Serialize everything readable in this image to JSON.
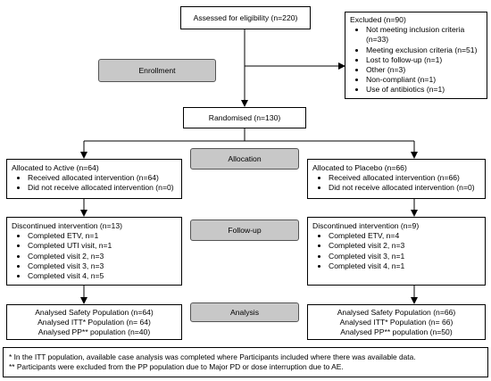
{
  "assessed": "Assessed for eligibility (n=220)",
  "excluded": {
    "title": "Excluded (n=90)",
    "items": [
      "Not meeting inclusion criteria (n=33)",
      "Meeting exclusion criteria (n=51)",
      "Lost to follow-up (n=1)",
      "Other (n=3)",
      "Non-compliant (n=1)",
      "Use of antibiotics (n=1)"
    ]
  },
  "stages": {
    "enrollment": "Enrollment",
    "allocation": "Allocation",
    "followup": "Follow-up",
    "analysis": "Analysis"
  },
  "randomised": "Randomised (n=130)",
  "active": {
    "allocation_title": "Allocated to Active (n=64)",
    "allocation_items": [
      "Received allocated intervention (n=64)",
      "Did not receive allocated intervention (n=0)"
    ],
    "followup_title": "Discontinued intervention (n=13)",
    "followup_items": [
      "Completed ETV, n=1",
      "Completed UTI visit, n=1",
      "Completed visit 2, n=3",
      "Completed visit 3, n=3",
      "Completed visit 4, n=5"
    ],
    "analysis_lines": [
      "Analysed Safety Population (n=64)",
      "Analysed ITT* Population  (n= 64)",
      "Analysed PP** population (n=40)"
    ]
  },
  "placebo": {
    "allocation_title": "Allocated to Placebo (n=66)",
    "allocation_items": [
      "Received allocated intervention (n=66)",
      "Did not receive allocated intervention (n=0)"
    ],
    "followup_title": "Discontinued intervention (n=9)",
    "followup_items": [
      "Completed ETV, n=4",
      "Completed visit 2, n=3",
      "Completed visit 3, n=1",
      "Completed visit 4, n=1"
    ],
    "analysis_lines": [
      "Analysed Safety Population (n=66)",
      "Analysed ITT* Population  (n= 66)",
      "Analysed PP** population (n=50)"
    ]
  },
  "footnotes": [
    "* In the ITT population, available case analysis was completed where Participants included where there was available data.",
    "** Participants were excluded from the PP population due to Major PD or dose interruption due to AE."
  ]
}
